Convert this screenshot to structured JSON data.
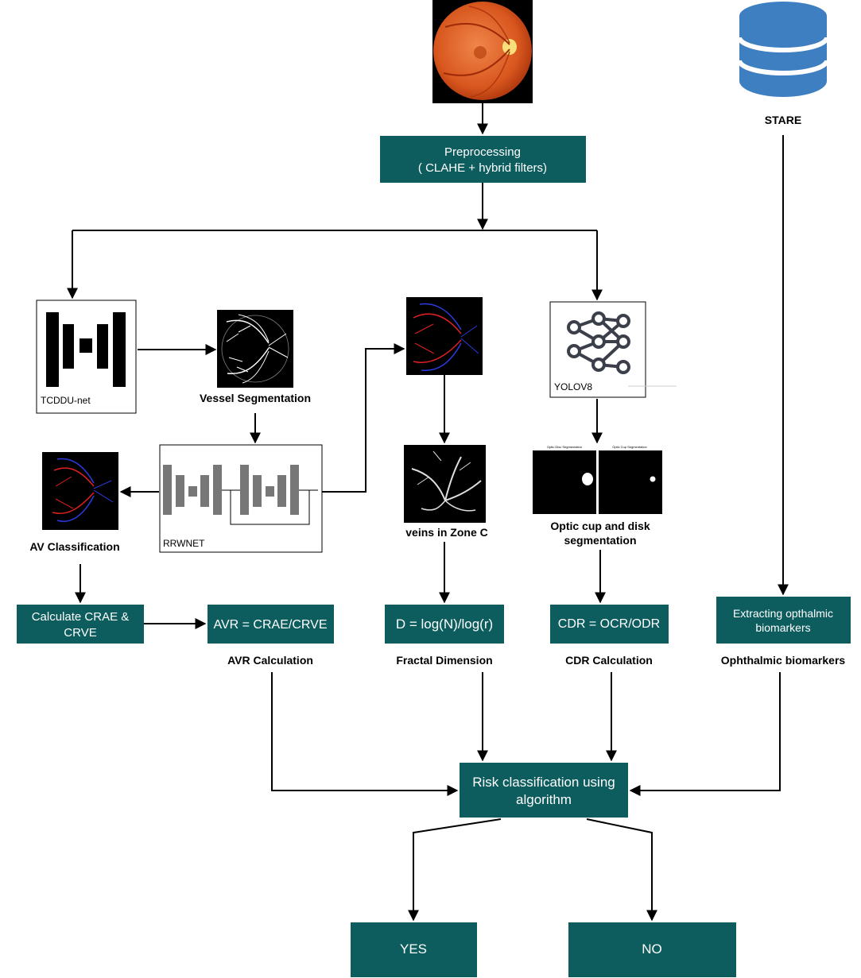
{
  "nodes": {
    "preprocessing": [
      "Preprocessing",
      "( CLAHE + hybrid filters)"
    ],
    "stare": "STARE",
    "tcddu": "TCDDU-net",
    "vessel_seg": "Vessel Segmentation",
    "rrwnet": "RRWNET",
    "av_class": "AV Classification",
    "yolo": "YOLOV8",
    "veins_zone": "veins in Zone C",
    "optic_seg": [
      "Optic cup and disk",
      "segmentation"
    ],
    "optic_disc_panel": "Optic Disc Segmentation",
    "optic_cup_panel": "Optic Cup Segmentation",
    "calc_crae": [
      "Calculate CRAE &",
      "CRVE"
    ],
    "avr_formula": "AVR = CRAE/CRVE",
    "avr_calc": "AVR Calculation",
    "fractal_formula": "D = log(N)/log(r)",
    "fractal_dim": "Fractal Dimension",
    "cdr_formula": "CDR = OCR/ODR",
    "cdr_calc": "CDR Calculation",
    "extract_bio": [
      "Extracting opthalmic",
      "biomarkers"
    ],
    "ophth_bio": "Ophthalmic biomarkers",
    "risk": [
      "Risk classification using",
      "algorithm"
    ],
    "yes": "YES",
    "no": "NO"
  },
  "colors": {
    "teal": "#0d5c5e",
    "database": "#3d7fc1",
    "fundus": "#e2662c",
    "artery": "#e0201e",
    "vein": "#2b3be0"
  }
}
